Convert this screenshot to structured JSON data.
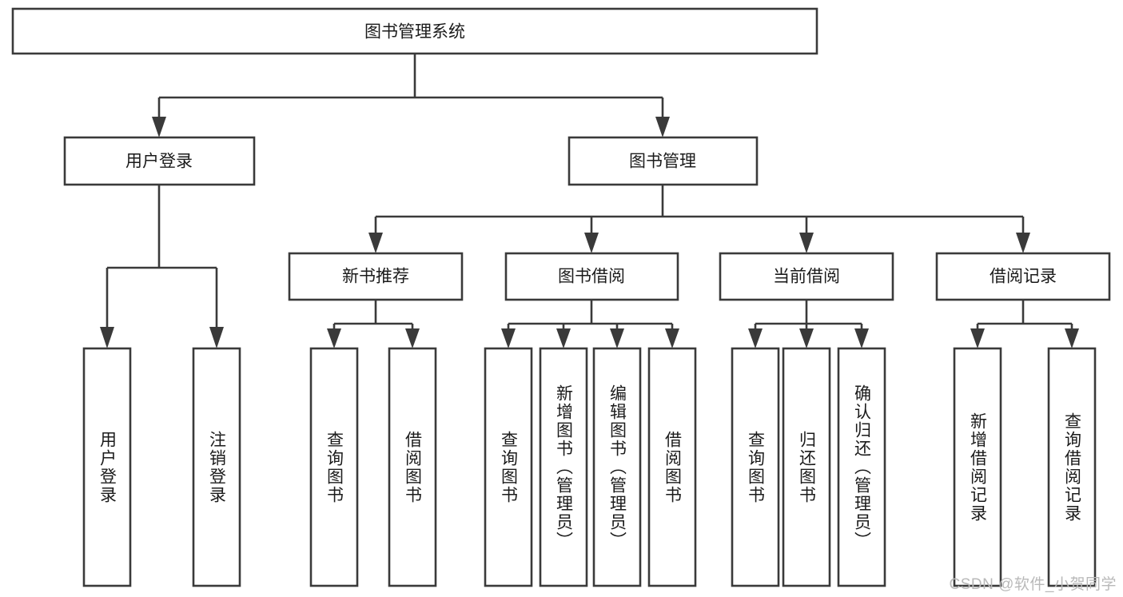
{
  "title": "图书管理系统",
  "watermark": "CSDN @软件_小贺同学",
  "colors": {
    "stroke": "#3a3a3a",
    "box_fill": "#ffffff",
    "text": "#1b1b1b",
    "background": "#ffffff",
    "watermark": "#b9b9b9"
  },
  "chart_data": {
    "type": "diagram",
    "diagram_kind": "tree",
    "title": "图书管理系统",
    "orientation": "top-down",
    "levels": 4,
    "nodes": [
      {
        "id": "root",
        "label": "图书管理系统",
        "level": 0,
        "parent": null
      },
      {
        "id": "login",
        "label": "用户登录",
        "level": 1,
        "parent": "root"
      },
      {
        "id": "bookmgmt",
        "label": "图书管理",
        "level": 1,
        "parent": "root"
      },
      {
        "id": "newbook",
        "label": "新书推荐",
        "level": 2,
        "parent": "bookmgmt"
      },
      {
        "id": "borrow",
        "label": "图书借阅",
        "level": 2,
        "parent": "bookmgmt"
      },
      {
        "id": "current",
        "label": "当前借阅",
        "level": 2,
        "parent": "bookmgmt"
      },
      {
        "id": "record",
        "label": "借阅记录",
        "level": 2,
        "parent": "bookmgmt"
      },
      {
        "id": "login-in",
        "label": "用户登录",
        "level": 2,
        "parent": "login"
      },
      {
        "id": "login-out",
        "label": "注销登录",
        "level": 2,
        "parent": "login"
      },
      {
        "id": "nb-query",
        "label": "查询图书",
        "level": 3,
        "parent": "newbook"
      },
      {
        "id": "nb-borrow",
        "label": "借阅图书",
        "level": 3,
        "parent": "newbook"
      },
      {
        "id": "bw-query",
        "label": "查询图书",
        "level": 3,
        "parent": "borrow"
      },
      {
        "id": "bw-add",
        "label": "新增图书（管理员）",
        "level": 3,
        "parent": "borrow"
      },
      {
        "id": "bw-edit",
        "label": "编辑图书（管理员）",
        "level": 3,
        "parent": "borrow"
      },
      {
        "id": "bw-borrow",
        "label": "借阅图书",
        "level": 3,
        "parent": "borrow"
      },
      {
        "id": "cur-query",
        "label": "查询图书",
        "level": 3,
        "parent": "current"
      },
      {
        "id": "cur-return",
        "label": "归还图书",
        "level": 3,
        "parent": "current"
      },
      {
        "id": "cur-confirm",
        "label": "确认归还（管理员）",
        "level": 3,
        "parent": "current"
      },
      {
        "id": "rec-add",
        "label": "新增借阅记录",
        "level": 3,
        "parent": "record"
      },
      {
        "id": "rec-query",
        "label": "查询借阅记录",
        "level": 3,
        "parent": "record"
      }
    ]
  },
  "nodes": {
    "root": "图书管理系统",
    "login": "用户登录",
    "bookmgmt": "图书管理",
    "newbook": "新书推荐",
    "borrow": "图书借阅",
    "current": "当前借阅",
    "record": "借阅记录",
    "login_in": "用户登录",
    "login_out": "注销登录",
    "nb_query": "查询图书",
    "nb_borrow": "借阅图书",
    "bw_query": "查询图书",
    "bw_add": "新增图书（管理员）",
    "bw_edit": "编辑图书（管理员）",
    "bw_borrow": "借阅图书",
    "cur_query": "查询图书",
    "cur_return": "归还图书",
    "cur_confirm": "确认归还（管理员）",
    "rec_add": "新增借阅记录",
    "rec_query": "查询借阅记录"
  }
}
